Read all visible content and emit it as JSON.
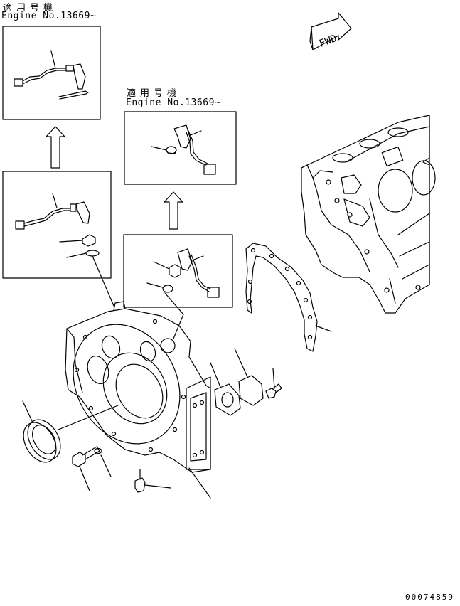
{
  "labels": {
    "applicable_1_ja": "適用号機",
    "applicable_1_en": "Engine No.13669~",
    "applicable_2_ja": "適用号機",
    "applicable_2_en": "Engine No.13669~",
    "fwd": "FWD",
    "doc_number": "00074859"
  }
}
